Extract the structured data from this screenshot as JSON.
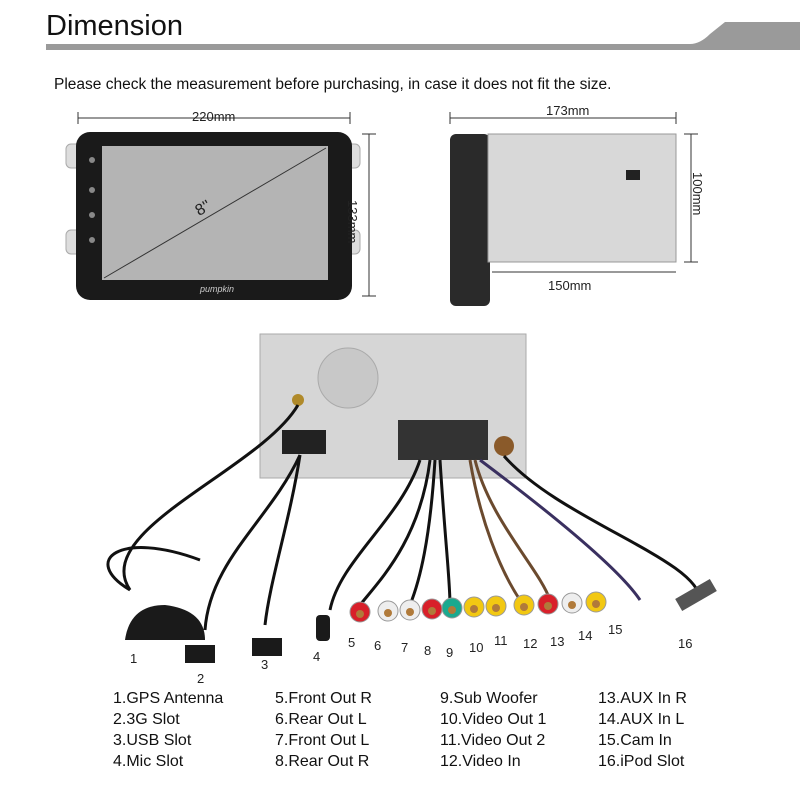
{
  "header": {
    "title": "Dimension",
    "subtitle": "Please check the measurement before purchasing, in case it does not fit the size."
  },
  "front_view": {
    "width_label": "220mm",
    "height_label": "133mm",
    "screen_size_label": "8''",
    "brand": "pumpkin"
  },
  "side_view": {
    "depth_top_label": "173mm",
    "height_label": "100mm",
    "depth_bottom_label": "150mm"
  },
  "connector_numbers": [
    "1",
    "2",
    "3",
    "4",
    "5",
    "6",
    "7",
    "8",
    "9",
    "10",
    "11",
    "12",
    "13",
    "14",
    "15",
    "16"
  ],
  "legend": [
    [
      "1.GPS Antenna",
      "2.3G Slot",
      "3.USB Slot",
      "4.Mic Slot"
    ],
    [
      "5.Front Out R",
      "6.Rear Out L",
      "7.Front Out L",
      "8.Rear Out R"
    ],
    [
      "9.Sub Woofer",
      "10.Video Out 1",
      "11.Video Out 2",
      "12.Video In"
    ],
    [
      "13.AUX In R",
      "14.AUX In L",
      "15.Cam In",
      "16.iPod Slot"
    ]
  ],
  "colors": {
    "header_bar": "#9a9a9a",
    "rca_red": "#d8202a",
    "rca_white": "#eeeeee",
    "rca_yellow": "#f2c812",
    "rca_green": "#1aa98f"
  }
}
